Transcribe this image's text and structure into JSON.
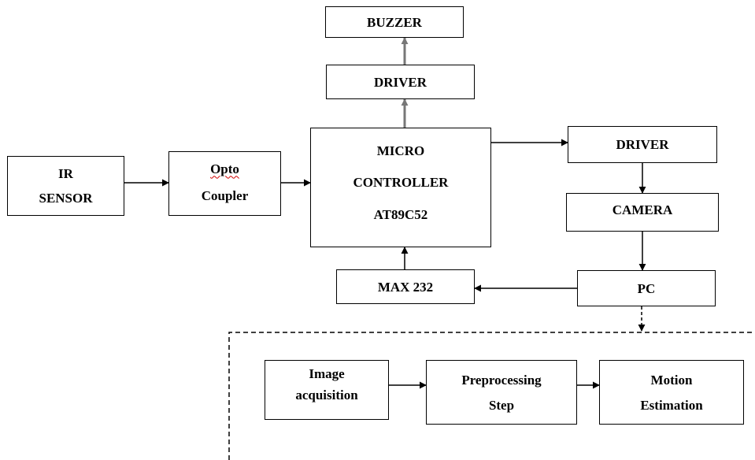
{
  "diagram": {
    "blocks": {
      "buzzer": "BUZZER",
      "driver_top": "DRIVER",
      "micro": [
        "MICRO",
        "CONTROLLER",
        "AT89C52"
      ],
      "ir_sensor": [
        "IR",
        "SENSOR"
      ],
      "opto": [
        "Opto",
        "Coupler"
      ],
      "driver_right": "DRIVER",
      "camera": "CAMERA",
      "max232": "MAX 232",
      "pc": "PC",
      "image_acq": [
        "Image",
        "acquisition"
      ],
      "preproc": [
        "Preprocessing",
        "Step"
      ],
      "motion": [
        "Motion",
        "Estimation"
      ]
    }
  }
}
